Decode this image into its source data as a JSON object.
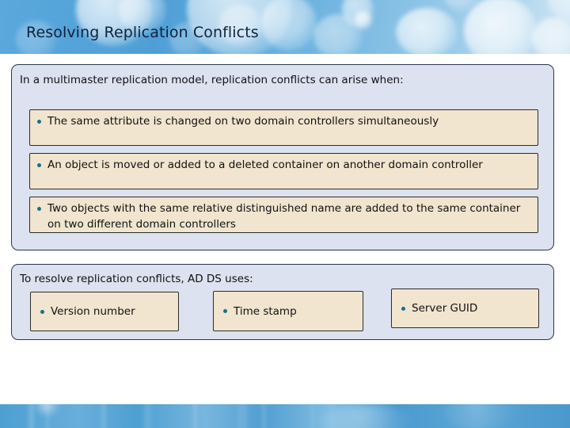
{
  "slide": {
    "title": "Resolving Replication Conflicts",
    "accent_blue": "#4f9fd6",
    "panel_fill": "#dce2ef",
    "panel_border": "#2b3550",
    "box_fill": "#f1e5cf",
    "box_border": "#2b2b2b",
    "bullet_color": "#1c6e86",
    "text_color": "#101010"
  },
  "conflicts_panel": {
    "lead_text": "In a multimaster replication model, replication conflicts can arise when:",
    "bullets": [
      {
        "text": "The same attribute is changed on two domain controllers simultaneously"
      },
      {
        "text": "An object is moved or added to a deleted container on another domain controller"
      },
      {
        "text": "Two objects with the same relative distinguished name are added to the same container on two different domain controllers"
      }
    ]
  },
  "resolution_panel": {
    "lead_text": "To resolve replication conflicts, AD DS uses:",
    "choices": [
      {
        "label": "Version number"
      },
      {
        "label": "Time stamp"
      },
      {
        "label": "Server GUID"
      }
    ]
  }
}
